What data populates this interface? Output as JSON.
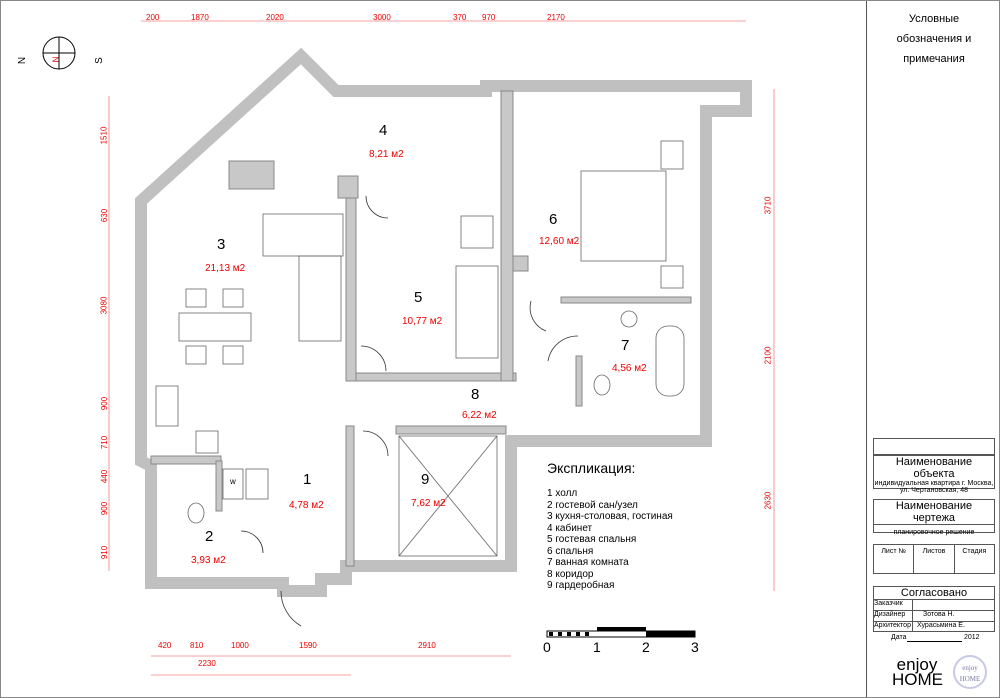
{
  "compass": {
    "n": "N",
    "s": "S"
  },
  "dims_top": [
    "200",
    "1870",
    "2020",
    "3000",
    "370",
    "970",
    "2170"
  ],
  "dims_bottom": [
    "420",
    "810",
    "1000",
    "1590",
    "2910"
  ],
  "dims_bottom_total": "2230",
  "dims_left": [
    "1510",
    "630",
    "3080",
    "900",
    "710",
    "440",
    "900",
    "910"
  ],
  "dims_right": [
    "3710",
    "2100",
    "2630"
  ],
  "rooms": [
    {
      "num": "1",
      "area": "4,78 м2"
    },
    {
      "num": "2",
      "area": "3,93 м2"
    },
    {
      "num": "3",
      "area": "21,13 м2"
    },
    {
      "num": "4",
      "area": "8,21 м2"
    },
    {
      "num": "5",
      "area": "10,77 м2"
    },
    {
      "num": "6",
      "area": "12,60 м2"
    },
    {
      "num": "7",
      "area": "4,56 м2"
    },
    {
      "num": "8",
      "area": "6,22 м2"
    },
    {
      "num": "9",
      "area": "7,62 м2"
    }
  ],
  "washer_label": "w",
  "legend": {
    "title": "Экспликация:",
    "items": [
      "1 холл",
      "2 гостевой сан/узел",
      "3 кухня-столовая, гостиная",
      "4 кабинет",
      "5 гостевая спальня",
      "6 спальня",
      "7 ванная комната",
      "8 коридор",
      "9 гардеробная"
    ]
  },
  "scale_labels": [
    "0",
    "1",
    "2",
    "3"
  ],
  "title_block": {
    "header": "Условные обозначения и примечания",
    "object_title": "Наименование объекта",
    "object_desc": "индивидуальная квартира г. Москва, ул. Чертановская, 48",
    "drawing_title": "Наименование чертежа",
    "drawing_desc": "планировочное решение",
    "sheet_cols": [
      "Лист №",
      "Листов",
      "Стадия"
    ],
    "approved": "Согласовано",
    "roles": [
      {
        "role": "Заказчик",
        "name": ""
      },
      {
        "role": "Дизайнер",
        "name": "Зотова Н."
      },
      {
        "role": "Архитектор",
        "name": "Хурасьмина Е."
      }
    ],
    "date_label": "Дата",
    "year": "2012",
    "logo": "enjoy HOME",
    "stamp": "enjoy HOME"
  }
}
